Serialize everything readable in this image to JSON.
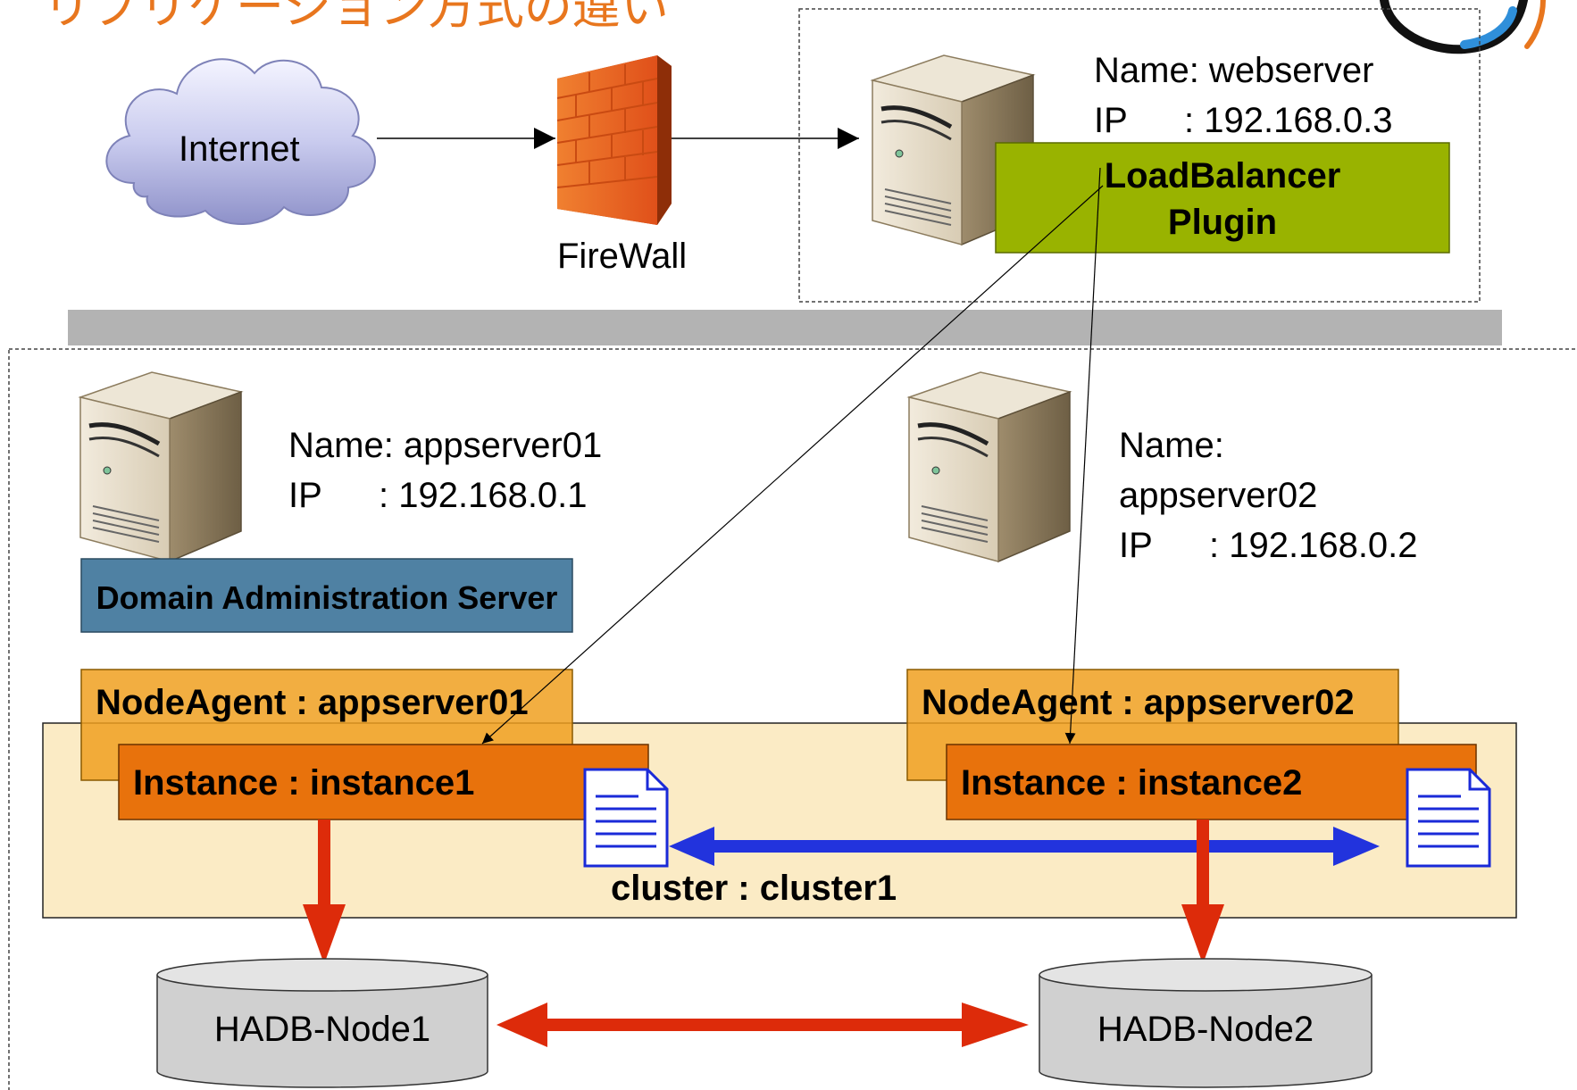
{
  "slide": {
    "title": "リプリケーション方式の違い"
  },
  "internet": {
    "label": "Internet"
  },
  "firewall": {
    "label": "FireWall"
  },
  "webserver": {
    "name_line": "Name: webserver",
    "ip_label": "IP",
    "ip_value": ": 192.168.0.3"
  },
  "loadbalancer": {
    "line1": "LoadBalancer",
    "line2": "Plugin"
  },
  "appserver01": {
    "name_line": "Name: appserver01",
    "ip_label": "IP",
    "ip_value": ": 192.168.0.1"
  },
  "appserver02": {
    "name_line1": "Name:",
    "name_line2": "appserver02",
    "ip_label": "IP",
    "ip_value": ": 192.168.0.2"
  },
  "das": {
    "label": "Domain Administration Server"
  },
  "nodeagent1": {
    "label": "NodeAgent : appserver01"
  },
  "nodeagent2": {
    "label": "NodeAgent : appserver02"
  },
  "instance1": {
    "label": "Instance : instance1"
  },
  "instance2": {
    "label": "Instance : instance2"
  },
  "cluster": {
    "label": "cluster : cluster1"
  },
  "hadb1": {
    "label": "HADB-Node1"
  },
  "hadb2": {
    "label": "HADB-Node2"
  },
  "colors": {
    "title": "#E8761E",
    "loadbalancer": "#99B300",
    "das": "#4F81A3",
    "nodeagent": "#F0A020",
    "instance": "#E8720C",
    "cluster_bg": "#FBEBC5",
    "db_arrow": "#DD2B0A",
    "replication_arrow": "#2233DD",
    "hadb": "#D0D0D0",
    "separator": "#B3B3B3"
  }
}
